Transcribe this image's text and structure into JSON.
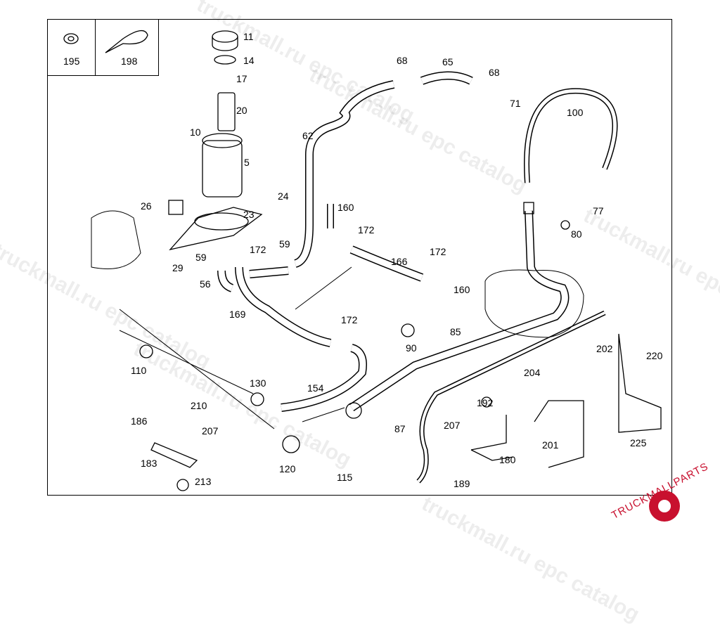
{
  "watermark": "truckmall.ru epc catalog",
  "logo_text": "TRUCKMALLPARTS",
  "colors": {
    "line": "#000000",
    "logo": "#c8102e",
    "watermark": "#dddddd"
  },
  "labels": [
    "195",
    "198",
    "11",
    "14",
    "17",
    "20",
    "10",
    "5",
    "24",
    "26",
    "23",
    "29",
    "59",
    "172",
    "59",
    "56",
    "62",
    "68",
    "65",
    "68",
    "71",
    "100",
    "77",
    "80",
    "160",
    "172",
    "166",
    "172",
    "160",
    "169",
    "172",
    "90",
    "85",
    "110",
    "130",
    "154",
    "202",
    "220",
    "204",
    "192",
    "207",
    "201",
    "225",
    "186",
    "210",
    "207",
    "183",
    "213",
    "120",
    "115",
    "87",
    "180",
    "189"
  ]
}
